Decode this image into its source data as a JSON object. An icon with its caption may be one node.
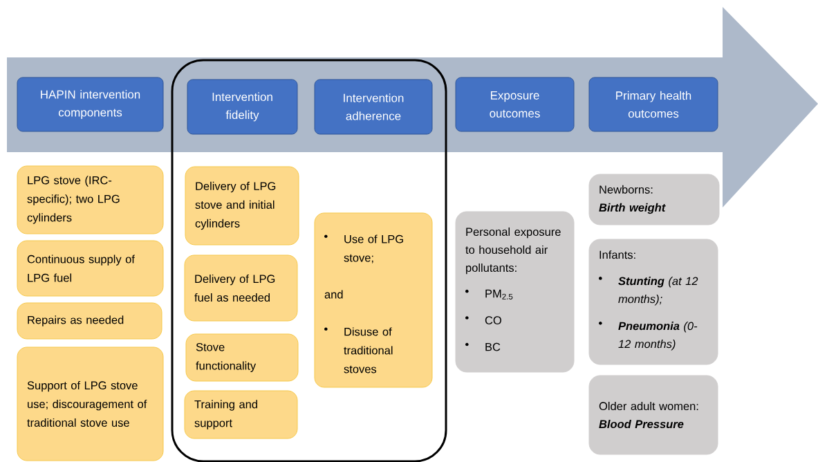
{
  "diagram": {
    "nodes": [
      {
        "text": [
          "HAPIN intervention components"
        ]
      },
      {
        "text": [
          "Intervention fidelity"
        ]
      },
      {
        "text": [
          "Intervention adherence"
        ]
      },
      {
        "text": [
          "Exposure outcomes"
        ]
      },
      {
        "text": [
          "Primary health outcomes"
        ]
      },
      {
        "text": [
          "LPG stove (IRC-specific); two LPG cylinders"
        ]
      },
      {
        "text": [
          "Continuous supply of LPG fuel"
        ]
      },
      {
        "text": [
          "Repairs as needed"
        ]
      },
      {
        "text": [
          "Support of LPG stove use; discouragement of traditional stove use"
        ]
      },
      {
        "text": [
          "Delivery of LPG stove and initial cylinders"
        ]
      },
      {
        "text": [
          "Delivery of LPG fuel as needed"
        ]
      },
      {
        "text": [
          "Stove functionality"
        ]
      },
      {
        "text": [
          "Training and support"
        ]
      },
      {
        "text": [
          "Use of LPG stove;",
          "and",
          "Disuse of traditional stoves"
        ]
      },
      {
        "text": [
          "Personal exposure to household air pollutants:",
          "PM$_{2.5}$",
          "CO",
          "BC"
        ]
      },
      {
        "text": [
          "Newborns:",
          "Birth weight"
        ]
      },
      {
        "text": [
          "Infants:",
          "**Stunting** (at 12 months);",
          "**Pneumonia** (0-12 months)"
        ]
      },
      {
        "text": [
          "Older adult women:",
          "Blood Pressure"
        ]
      }
    ]
  }
}
